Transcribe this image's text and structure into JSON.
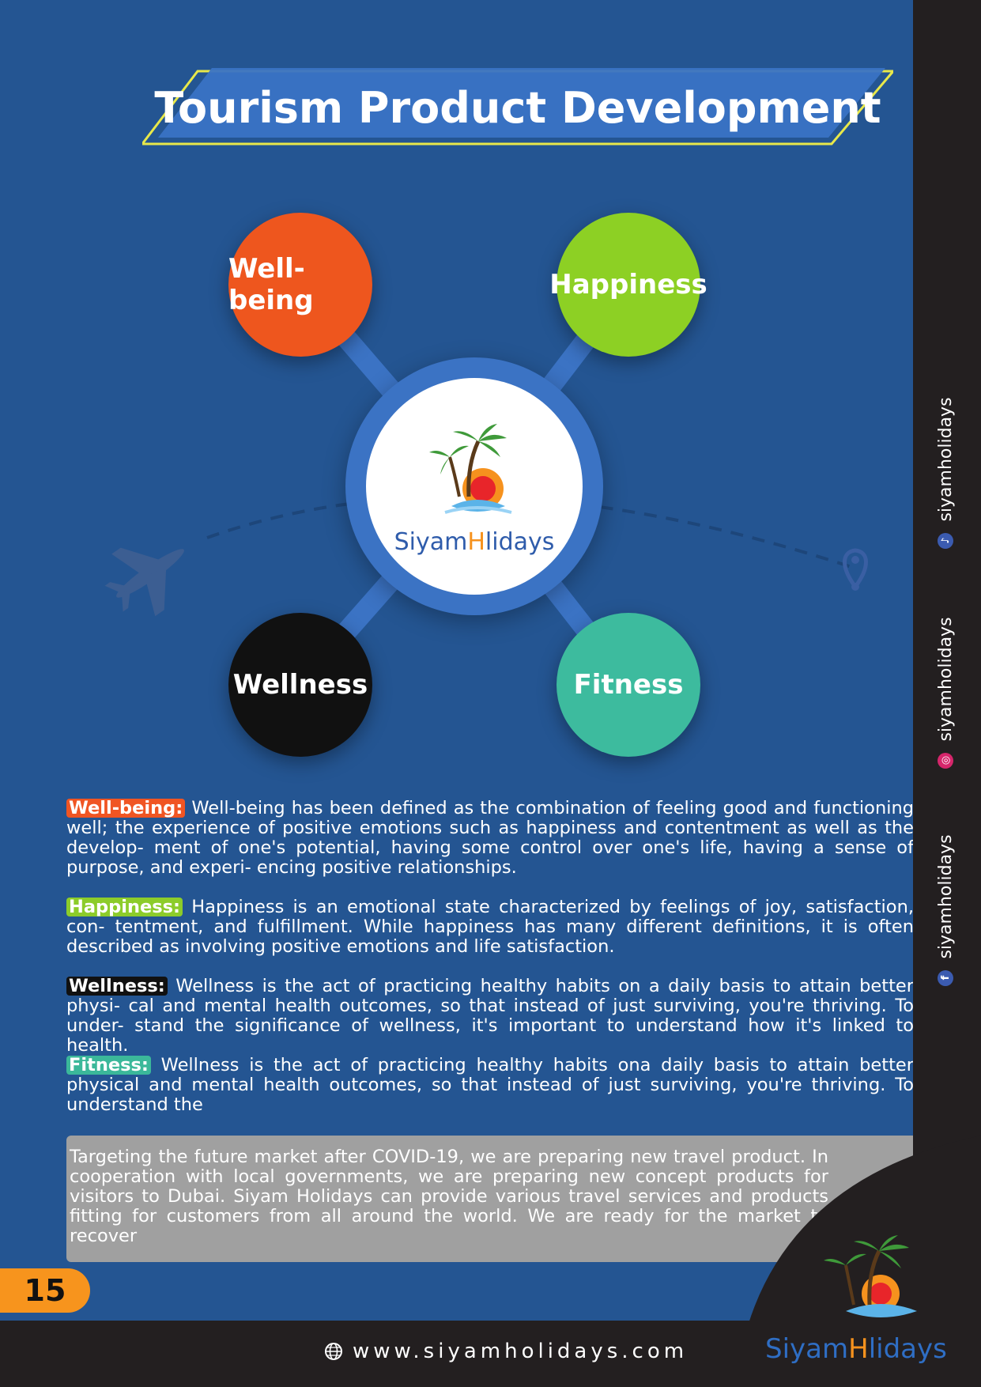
{
  "title": "Tourism Product Development",
  "bubbles": {
    "wellbeing": "Well-being",
    "happiness": "Happiness",
    "wellness": "Wellness",
    "fitness": "Fitness"
  },
  "logo": {
    "part1": "Siyam",
    "part2": "H",
    "part3": "lidays"
  },
  "sections": [
    {
      "tag": "Well-being:",
      "tag_color": "#f05523",
      "text": "Well-being has been defined as the combination of feeling good and functioning well; the experience of positive emotions such as happiness and contentment as well as the develop- ment of one's potential, having some control over one's life, having a sense of purpose, and experi- encing positive relationships."
    },
    {
      "tag": "Happiness:",
      "tag_color": "#8ccc2a",
      "text": "Happiness is an emotional state characterized by feelings of joy, satisfaction, con- tentment, and fulfillment. While happiness has many different definitions, it is often described as involving positive emotions and life satisfaction."
    },
    {
      "tag": "Wellness:",
      "tag_color": "#111111",
      "text": "Wellness is the act of practicing healthy habits on a daily basis to attain better physi- cal and mental health outcomes, so that instead of just surviving, you're thriving. To under- stand the significance of wellness, it's important to understand how it's linked to health."
    },
    {
      "tag": "Fitness:",
      "tag_color": "#3bb89a",
      "text": "Wellness is the act of practicing healthy habits ona daily basis to attain better physical and mental health outcomes, so that instead of just surviving, you're thriving. To understand the"
    }
  ],
  "note": "Targeting the future market after COVID-19, we are preparing new travel product. In cooperation with local governments, we are preparing new concept products for visitors to Dubai. Siyam Holidays can provide various travel services and products fitting for customers from all around the world. We are ready for the market to recover",
  "social": [
    {
      "icon": "tiktok-icon",
      "handle": "siyamholidays",
      "color": "#3b5bb0"
    },
    {
      "icon": "instagram-icon",
      "handle": "siyamholidays",
      "color": "#d6266b"
    },
    {
      "icon": "facebook-icon",
      "handle": "siyamholidays",
      "color": "#3b5bb0"
    }
  ],
  "website": "www.siyamholidays.com",
  "page_number": "15",
  "colors": {
    "background": "#245592",
    "sidebar": "#231f20",
    "accent": "#f7941d",
    "hub": "#3b73c4"
  }
}
